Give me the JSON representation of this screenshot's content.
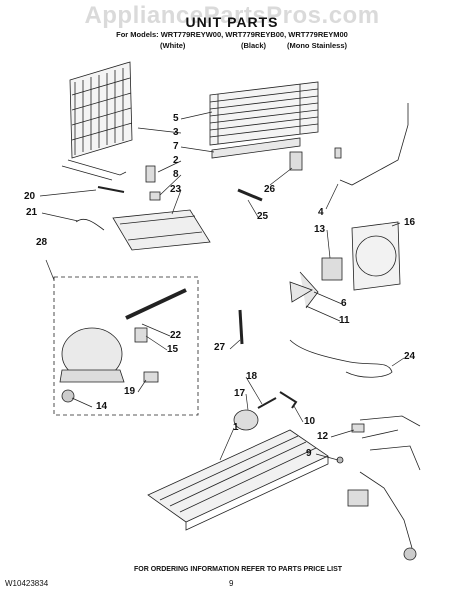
{
  "header": {
    "watermark": "AppliancePartsPros.com",
    "title": "UNIT PARTS",
    "models_line": "For Models: WRT779REYW00, WRT779REYB00, WRT779REYM00",
    "variants": [
      "(White)",
      "(Black)",
      "(Mono Stainless)"
    ]
  },
  "callouts": [
    "5",
    "3",
    "7",
    "2",
    "8",
    "23",
    "26",
    "20",
    "21",
    "25",
    "4",
    "16",
    "13",
    "28",
    "6",
    "22",
    "11",
    "15",
    "27",
    "24",
    "19",
    "14",
    "18",
    "17",
    "10",
    "1",
    "12",
    "9"
  ],
  "footer": {
    "doc_number": "W10423834",
    "page": "9",
    "note": "FOR ORDERING INFORMATION REFER TO PARTS PRICE LIST"
  },
  "colors": {
    "line": "#222222",
    "fill": "#d9d9d9",
    "watermark": "#969696"
  }
}
